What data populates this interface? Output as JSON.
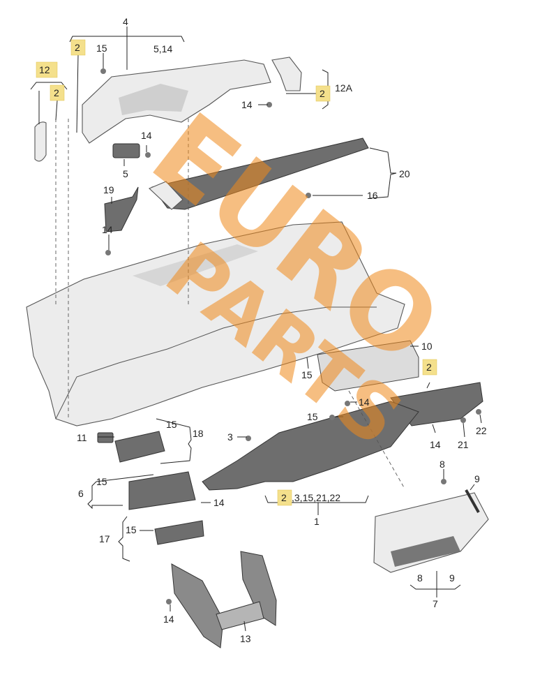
{
  "callouts": {
    "c4": "4",
    "c2_top": "2",
    "c15_top": "15",
    "c5_14": "5,14",
    "c12": "12",
    "c2_left": "2",
    "c2_right": "2",
    "c12A": "12A",
    "c14_a": "14",
    "c14_b": "14",
    "c5": "5",
    "c20": "20",
    "c16": "16",
    "c19": "19",
    "c14_c": "14",
    "c10": "10",
    "c2_mid": "2",
    "c15_a": "15",
    "c14_d": "14",
    "c15_b": "15",
    "c22": "22",
    "c21": "21",
    "c14_e": "14",
    "c11": "11",
    "c15_c": "15",
    "c18": "18",
    "c3": "3",
    "c8": "8",
    "c9": "9",
    "c15_d": "15",
    "c6": "6",
    "c14_f": "14",
    "c2_bot": "2",
    "c3_15_21_22": ",3,15,21,22",
    "c1": "1",
    "c15_e": "15",
    "c17": "17",
    "c8b": "8",
    "c9b": "9",
    "c7": "7",
    "c14_g": "14",
    "c13": "13"
  },
  "watermark": {
    "word1": "EURO",
    "word2": "PARTS"
  },
  "colors": {
    "highlight": "#f4e08c",
    "watermark": "#f08a1c",
    "line": "#222222"
  }
}
